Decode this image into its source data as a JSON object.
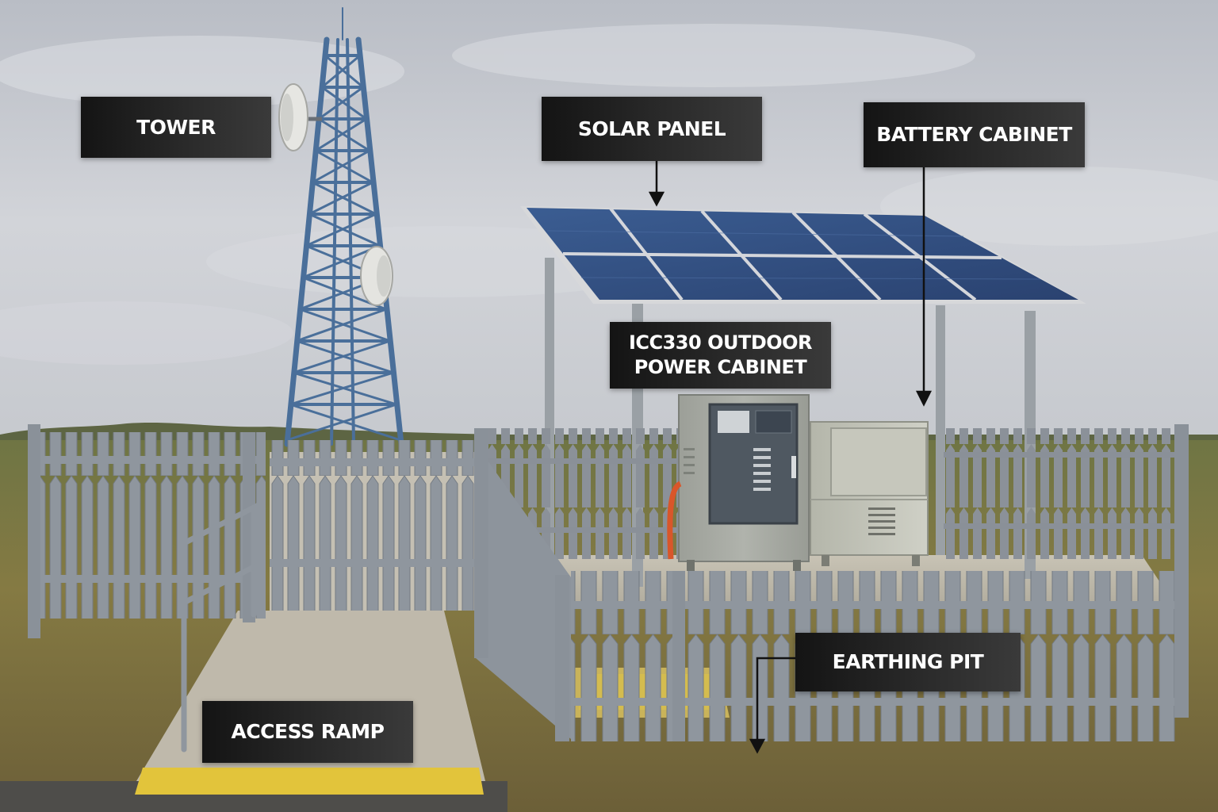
{
  "labels": {
    "tower": "TOWER",
    "solar_panel": "SOLAR PANEL",
    "battery_cabinet": "BATTERY CABINET",
    "power_cabinet": "ICC330 OUTDOOR\nPOWER CABINET",
    "earthing_pit": "EARTHING PIT",
    "access_ramp": "ACCESS RAMP"
  },
  "colors": {
    "sky": "#c9ccd2",
    "grass": "#7f7a45",
    "fence": "#8d949c",
    "tower_steel": "#4a6f9a",
    "solar_cell": "#2f4a7a",
    "cabinet": "#a7aaa3",
    "battery_cabinet": "#c2c3b8",
    "concrete": "#bdb9ad",
    "safety_yellow": "#e2c43b",
    "label_bg": "#1f1f1f",
    "label_text": "#ffffff"
  },
  "icons": [
    "tower-icon",
    "dish-antenna-icon",
    "solar-panel-icon",
    "power-cabinet-icon",
    "battery-cabinet-icon",
    "earthing-pit-icon",
    "ramp-icon",
    "fence-icon"
  ]
}
